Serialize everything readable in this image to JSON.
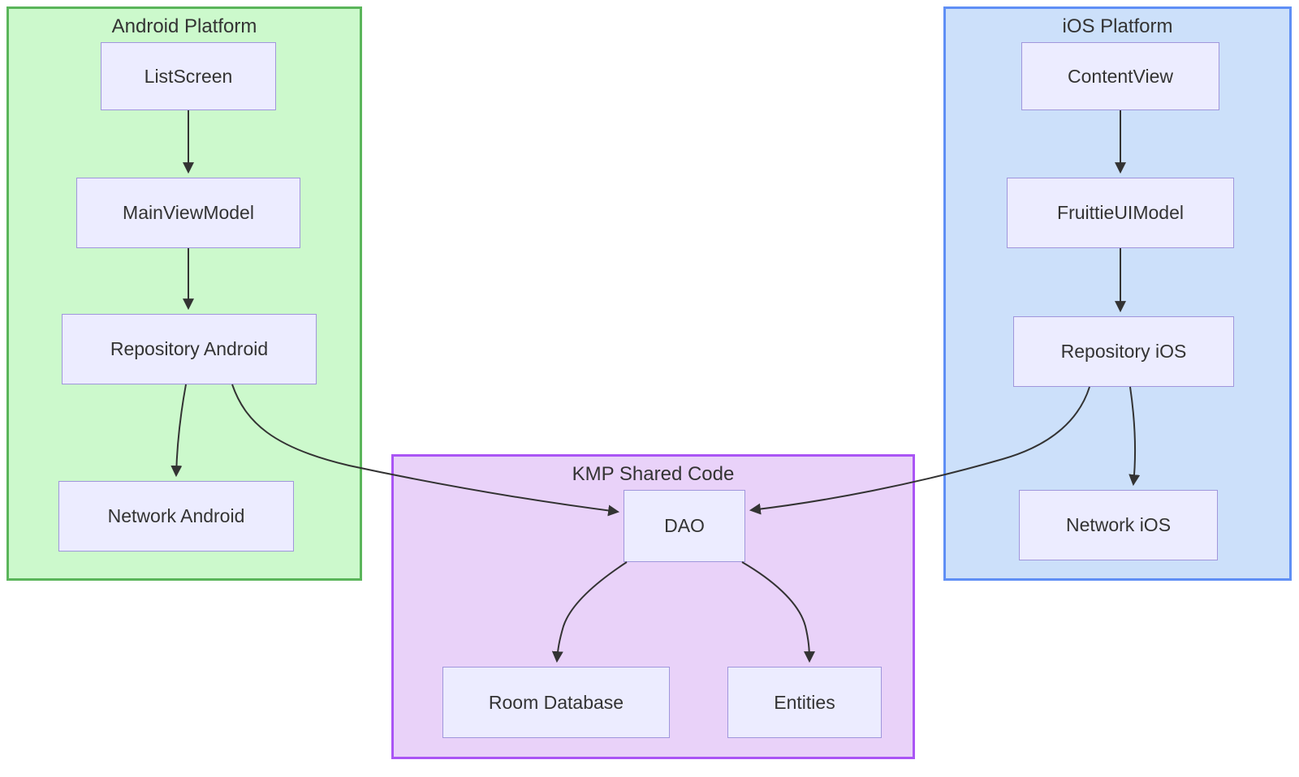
{
  "diagram_type": "flowchart",
  "groups": {
    "android": {
      "label": "Android Platform",
      "fill": "#ccf9cc",
      "border": "#5ab55a"
    },
    "ios": {
      "label": "iOS Platform",
      "fill": "#cce0fa",
      "border": "#5f8ff5"
    },
    "kmp": {
      "label": "KMP Shared Code",
      "fill": "#e9d2f9",
      "border": "#aa55f5"
    }
  },
  "node_style": {
    "fill": "#ececff",
    "border": "#a096dc",
    "text_color": "#333333"
  },
  "edge_color": "#333333",
  "nodes": {
    "list_screen": {
      "label": "ListScreen",
      "group": "android"
    },
    "main_view_model": {
      "label": "MainViewModel",
      "group": "android"
    },
    "repository_android": {
      "label": "Repository Android",
      "group": "android"
    },
    "network_android": {
      "label": "Network Android",
      "group": "android"
    },
    "content_view": {
      "label": "ContentView",
      "group": "ios"
    },
    "fruittie_ui_model": {
      "label": "FruittieUIModel",
      "group": "ios"
    },
    "repository_ios": {
      "label": "Repository iOS",
      "group": "ios"
    },
    "network_ios": {
      "label": "Network iOS",
      "group": "ios"
    },
    "dao": {
      "label": "DAO",
      "group": "kmp"
    },
    "room_database": {
      "label": "Room Database",
      "group": "kmp"
    },
    "entities": {
      "label": "Entities",
      "group": "kmp"
    }
  },
  "edges": [
    {
      "from": "ListScreen",
      "to": "MainViewModel"
    },
    {
      "from": "MainViewModel",
      "to": "Repository Android"
    },
    {
      "from": "Repository Android",
      "to": "Network Android"
    },
    {
      "from": "Repository Android",
      "to": "DAO"
    },
    {
      "from": "ContentView",
      "to": "FruittieUIModel"
    },
    {
      "from": "FruittieUIModel",
      "to": "Repository iOS"
    },
    {
      "from": "Repository iOS",
      "to": "Network iOS"
    },
    {
      "from": "Repository iOS",
      "to": "DAO"
    },
    {
      "from": "DAO",
      "to": "Room Database"
    },
    {
      "from": "DAO",
      "to": "Entities"
    }
  ]
}
